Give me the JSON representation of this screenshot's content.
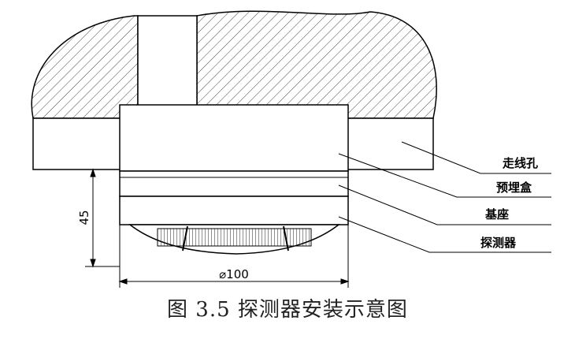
{
  "labels": {
    "wiring_hole": "走线孔",
    "embedded_box": "预埋盒",
    "base": "基座",
    "detector": "探测器"
  },
  "dimensions": {
    "height": "45",
    "diameter": "⌀100"
  },
  "caption": "图 3.5  探测器安装示意图"
}
